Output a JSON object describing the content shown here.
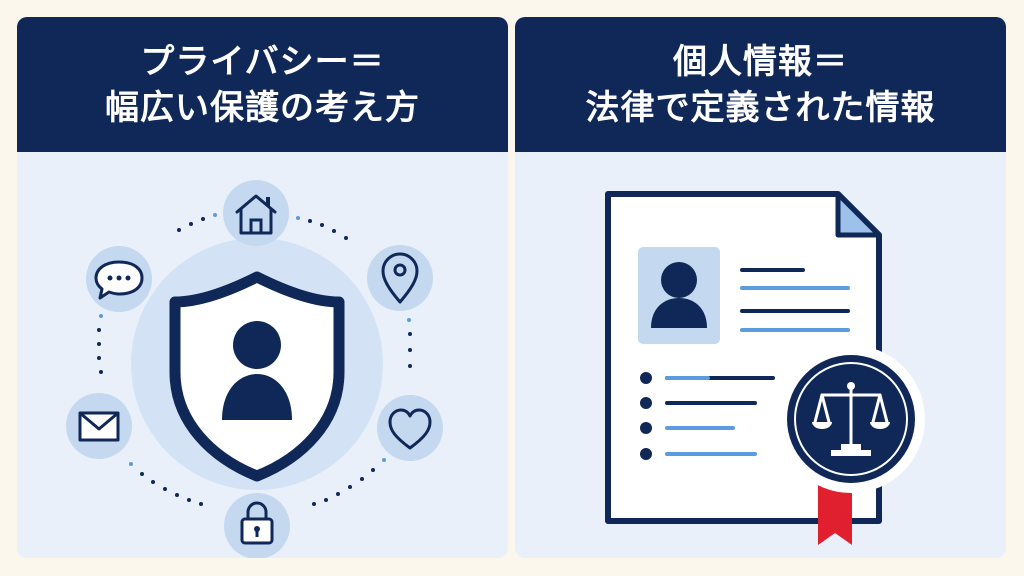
{
  "left_panel": {
    "title_line1": "プライバシー＝",
    "title_line2": "幅広い保護の考え方",
    "center_icon": "shield-person-icon",
    "orbit_icons": [
      "house-icon",
      "location-pin-icon",
      "heart-icon",
      "padlock-icon",
      "envelope-icon",
      "chat-bubble-icon"
    ]
  },
  "right_panel": {
    "title_line1": "個人情報＝",
    "title_line2": "法律で定義された情報",
    "document_icon": "profile-document-icon",
    "seal_icon": "scales-of-justice-seal-icon"
  },
  "colors": {
    "navy": "#0F2857",
    "panel_bg": "#E9F0FA",
    "page_bg": "#FBF7EC",
    "accent_blue": "#5B9BE0",
    "soft_blue": "#C4D8F0",
    "ribbon_red": "#E0202E"
  }
}
